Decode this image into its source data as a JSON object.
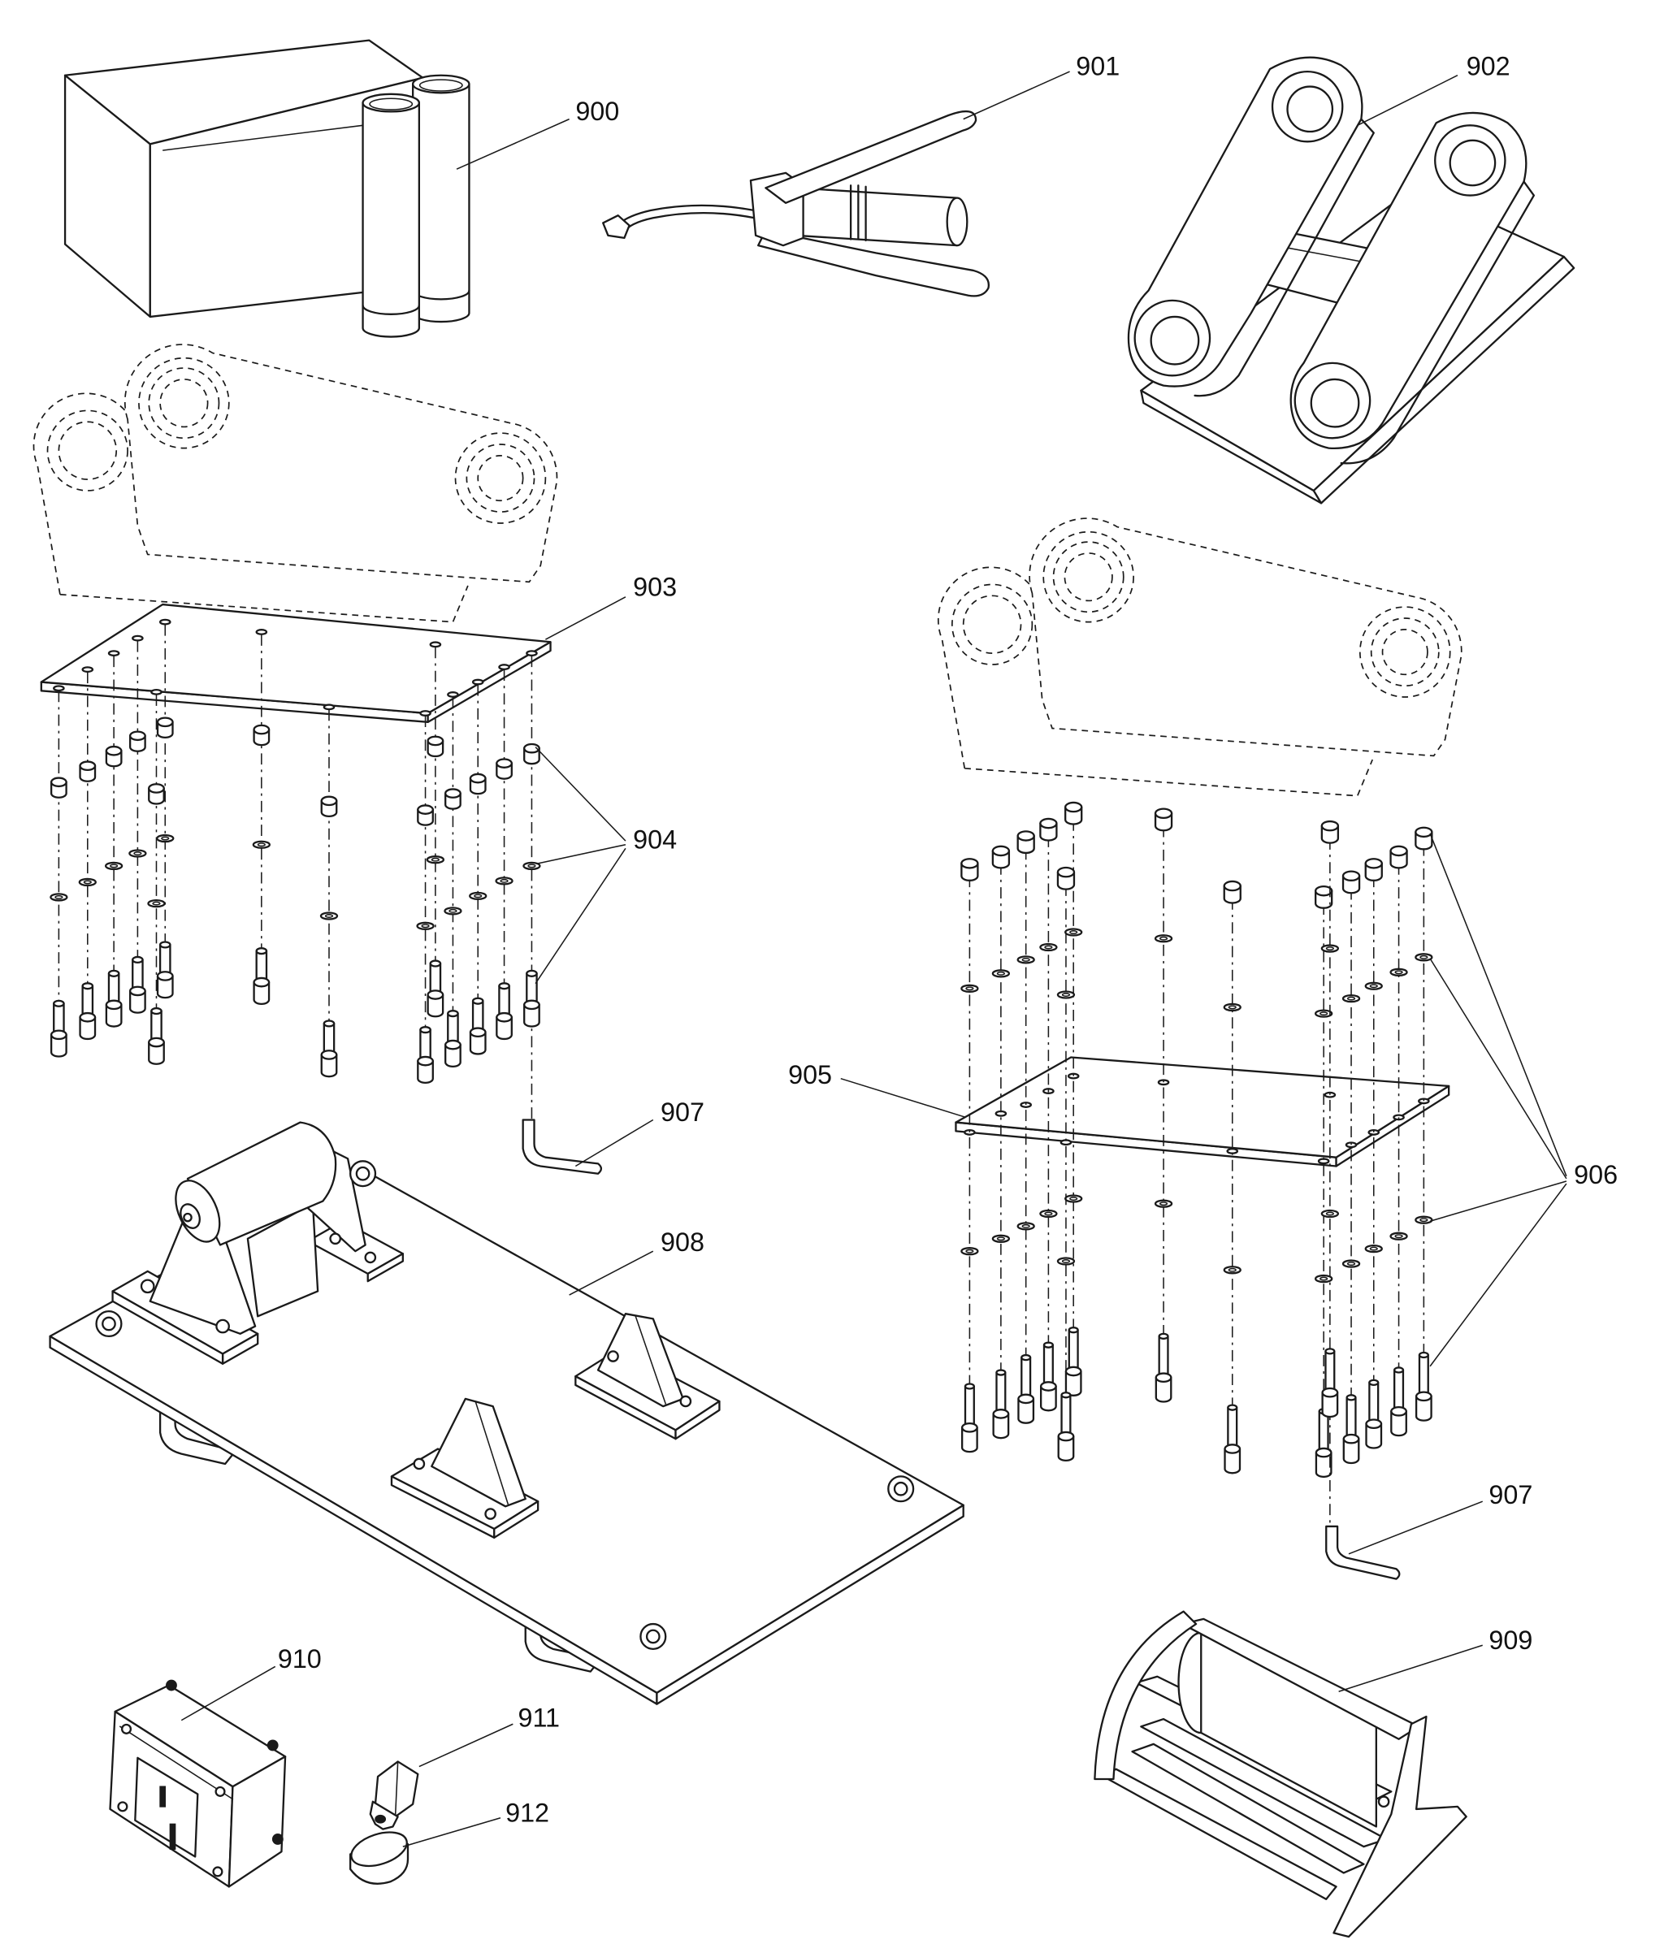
{
  "callouts": {
    "c900": "900",
    "c901": "901",
    "c902": "902",
    "c903": "903",
    "c904": "904",
    "c905": "905",
    "c906": "906",
    "c907_left": "907",
    "c907_right": "907",
    "c908": "908",
    "c909": "909",
    "c910": "910",
    "c911": "911",
    "c912": "912"
  },
  "colors": {
    "line": "#1a1a1a",
    "background": "#ffffff"
  }
}
